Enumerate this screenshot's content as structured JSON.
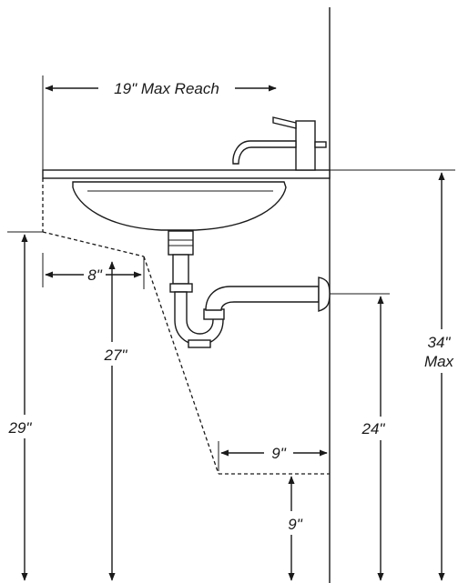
{
  "dimensions": {
    "max_reach": "19\" Max Reach",
    "knee_depth": "8\"",
    "knee_height": "27\"",
    "rim_clear_height": "29\"",
    "toe_depth": "9\"",
    "toe_height": "9\"",
    "drain_height": "24\"",
    "counter_height_value": "34\"",
    "counter_height_qualifier": "Max"
  }
}
